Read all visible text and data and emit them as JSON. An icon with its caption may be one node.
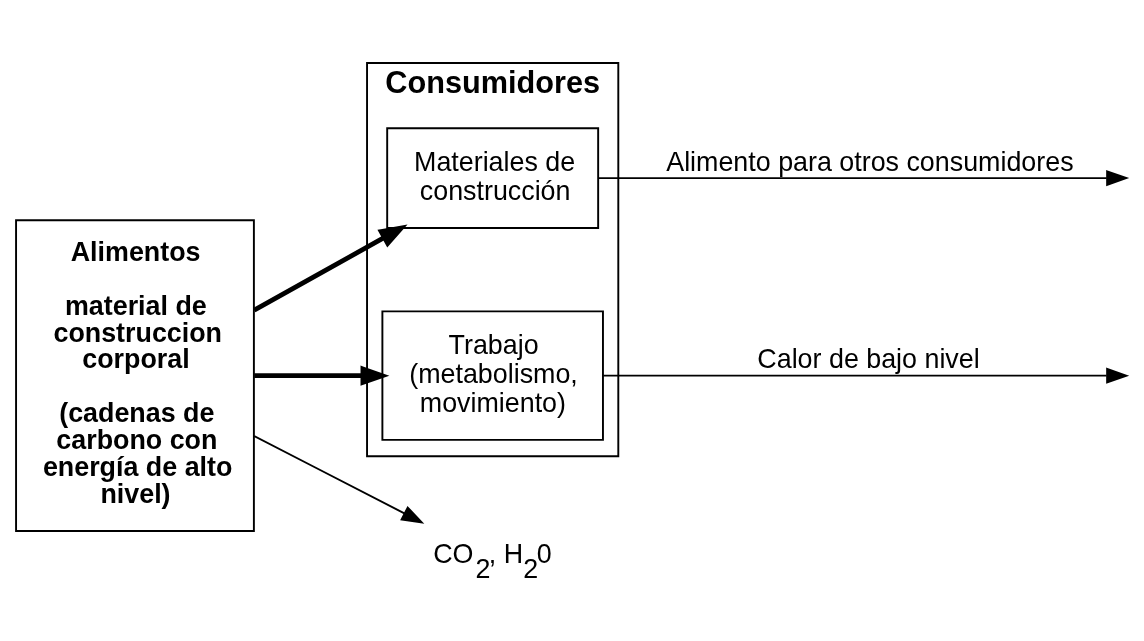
{
  "diagram": {
    "nodes": [
      {
        "text": [
          "Alimentos",
          "material de construccion corporal",
          "(cadenas de carbono con energía de alto nivel)"
        ]
      },
      {
        "text": [
          "Consumidores"
        ]
      },
      {
        "text": [
          "Materiales de construcción"
        ],
        "in": 1
      },
      {
        "text": [
          "Trabajo (metabolismo, movimiento)"
        ],
        "in": 1
      },
      {
        "text": [
          "CO$_{2}$, H$_{2}$0"
        ]
      }
    ],
    "edges": [
      {
        "from": 0,
        "to": 2,
        "arrow": "to",
        "style": "thick"
      },
      {
        "from": 0,
        "to": 3,
        "arrow": "to",
        "style": "thick"
      },
      {
        "from": 0,
        "to": 4,
        "arrow": "to"
      },
      {
        "from": 2,
        "to": null,
        "arrow": "to",
        "label": "Alimento para otros consumidores"
      },
      {
        "from": 3,
        "to": null,
        "arrow": "to",
        "label": "Calor de bajo nivel"
      }
    ]
  }
}
